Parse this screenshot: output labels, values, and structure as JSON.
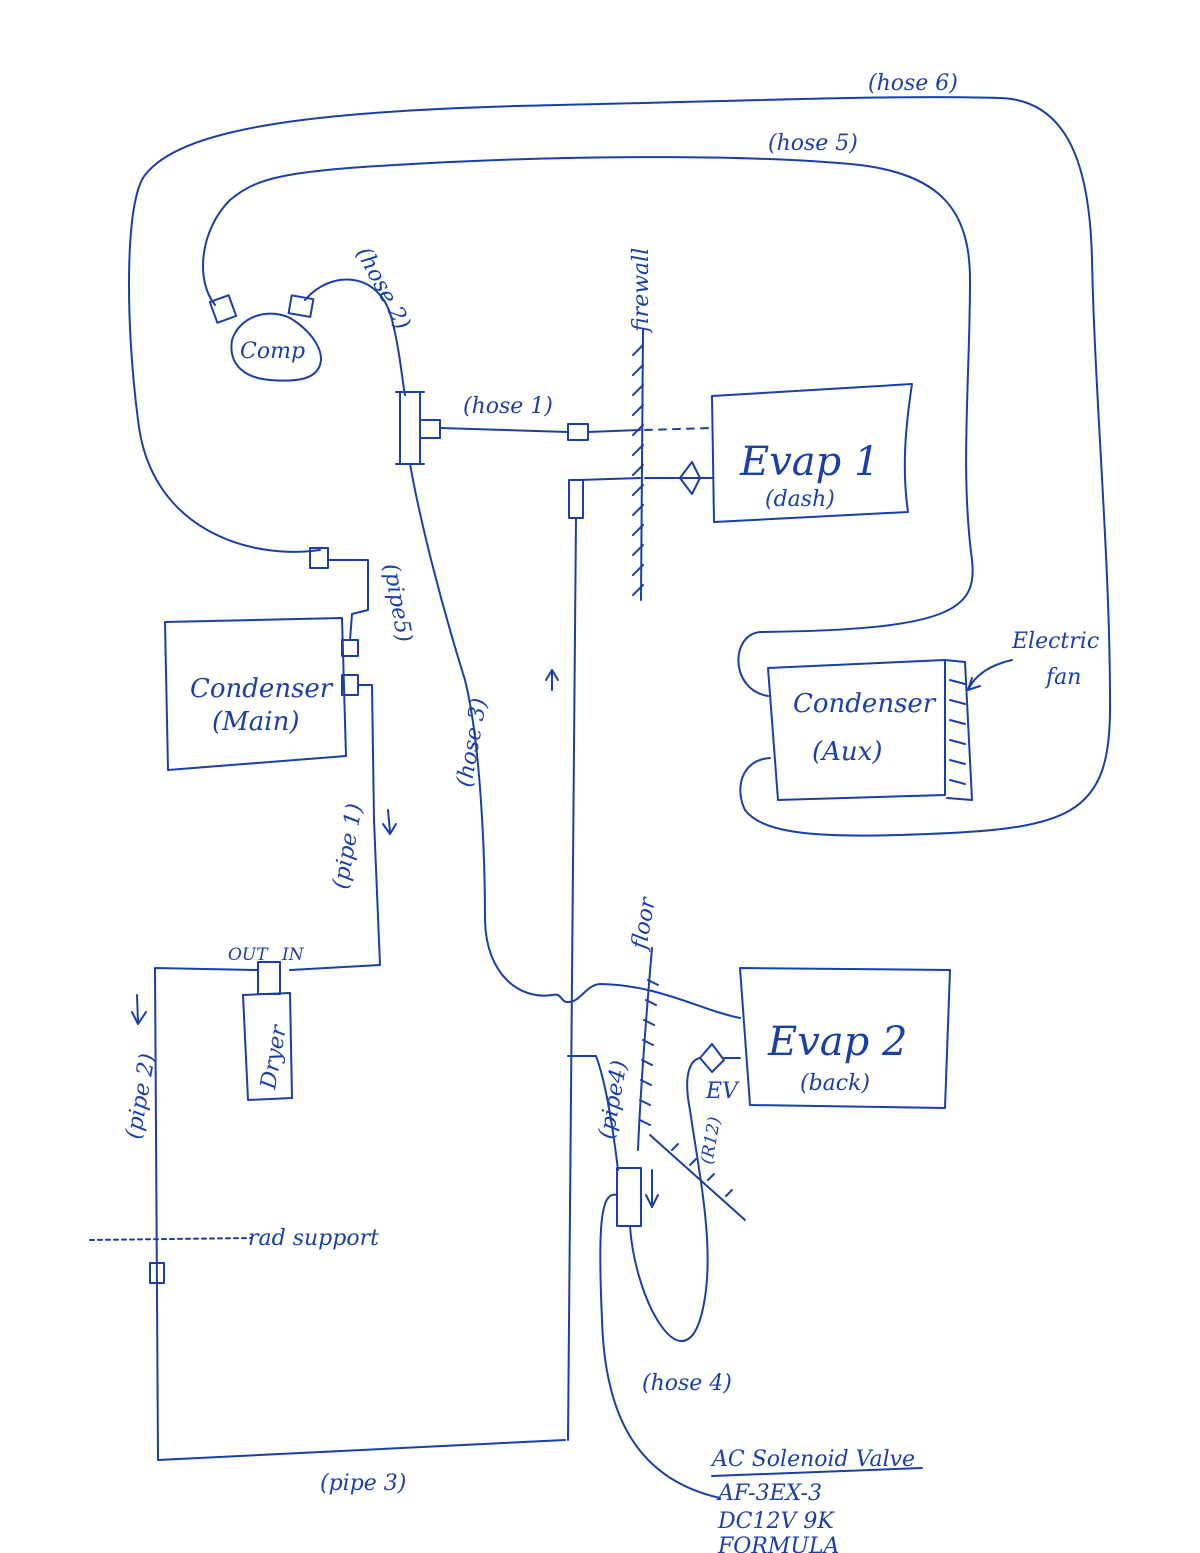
{
  "labels": {
    "hose6": "(hose 6)",
    "hose5": "(hose 5)",
    "hose2": "(hose 2)",
    "hose1": "(hose 1)",
    "hose3": "(hose 3)",
    "hose4": "(hose 4)",
    "pipe5": "(pipe5)",
    "pipe1": "(pipe 1)",
    "pipe2": "(pipe 2)",
    "pipe3": "(pipe 3)",
    "pipe4": "(pipe4)",
    "firewall": "firewall",
    "floor": "floor",
    "rad_support": "rad support",
    "comp": "Comp",
    "evap1_title": "Evap 1",
    "evap1_sub": "(dash)",
    "evap2_title": "Evap 2",
    "evap2_sub": "(back)",
    "cond_main_title": "Condenser",
    "cond_main_sub": "(Main)",
    "cond_aux_title": "Condenser",
    "cond_aux_sub": "(Aux)",
    "electric_fan_1": "Electric",
    "electric_fan_2": "fan",
    "dryer": "Dryer",
    "dryer_out": "OUT",
    "dryer_in": "IN",
    "ev": "EV",
    "ev_sub": "(R12)"
  },
  "notes": {
    "line1": "AC Solenoid Valve",
    "line2": "AF-3EX-3",
    "line3": "DC12V 9K",
    "line4": "FORMULA"
  },
  "colors": {
    "ink": "#1a3fa8",
    "paper": "#ffffff"
  }
}
